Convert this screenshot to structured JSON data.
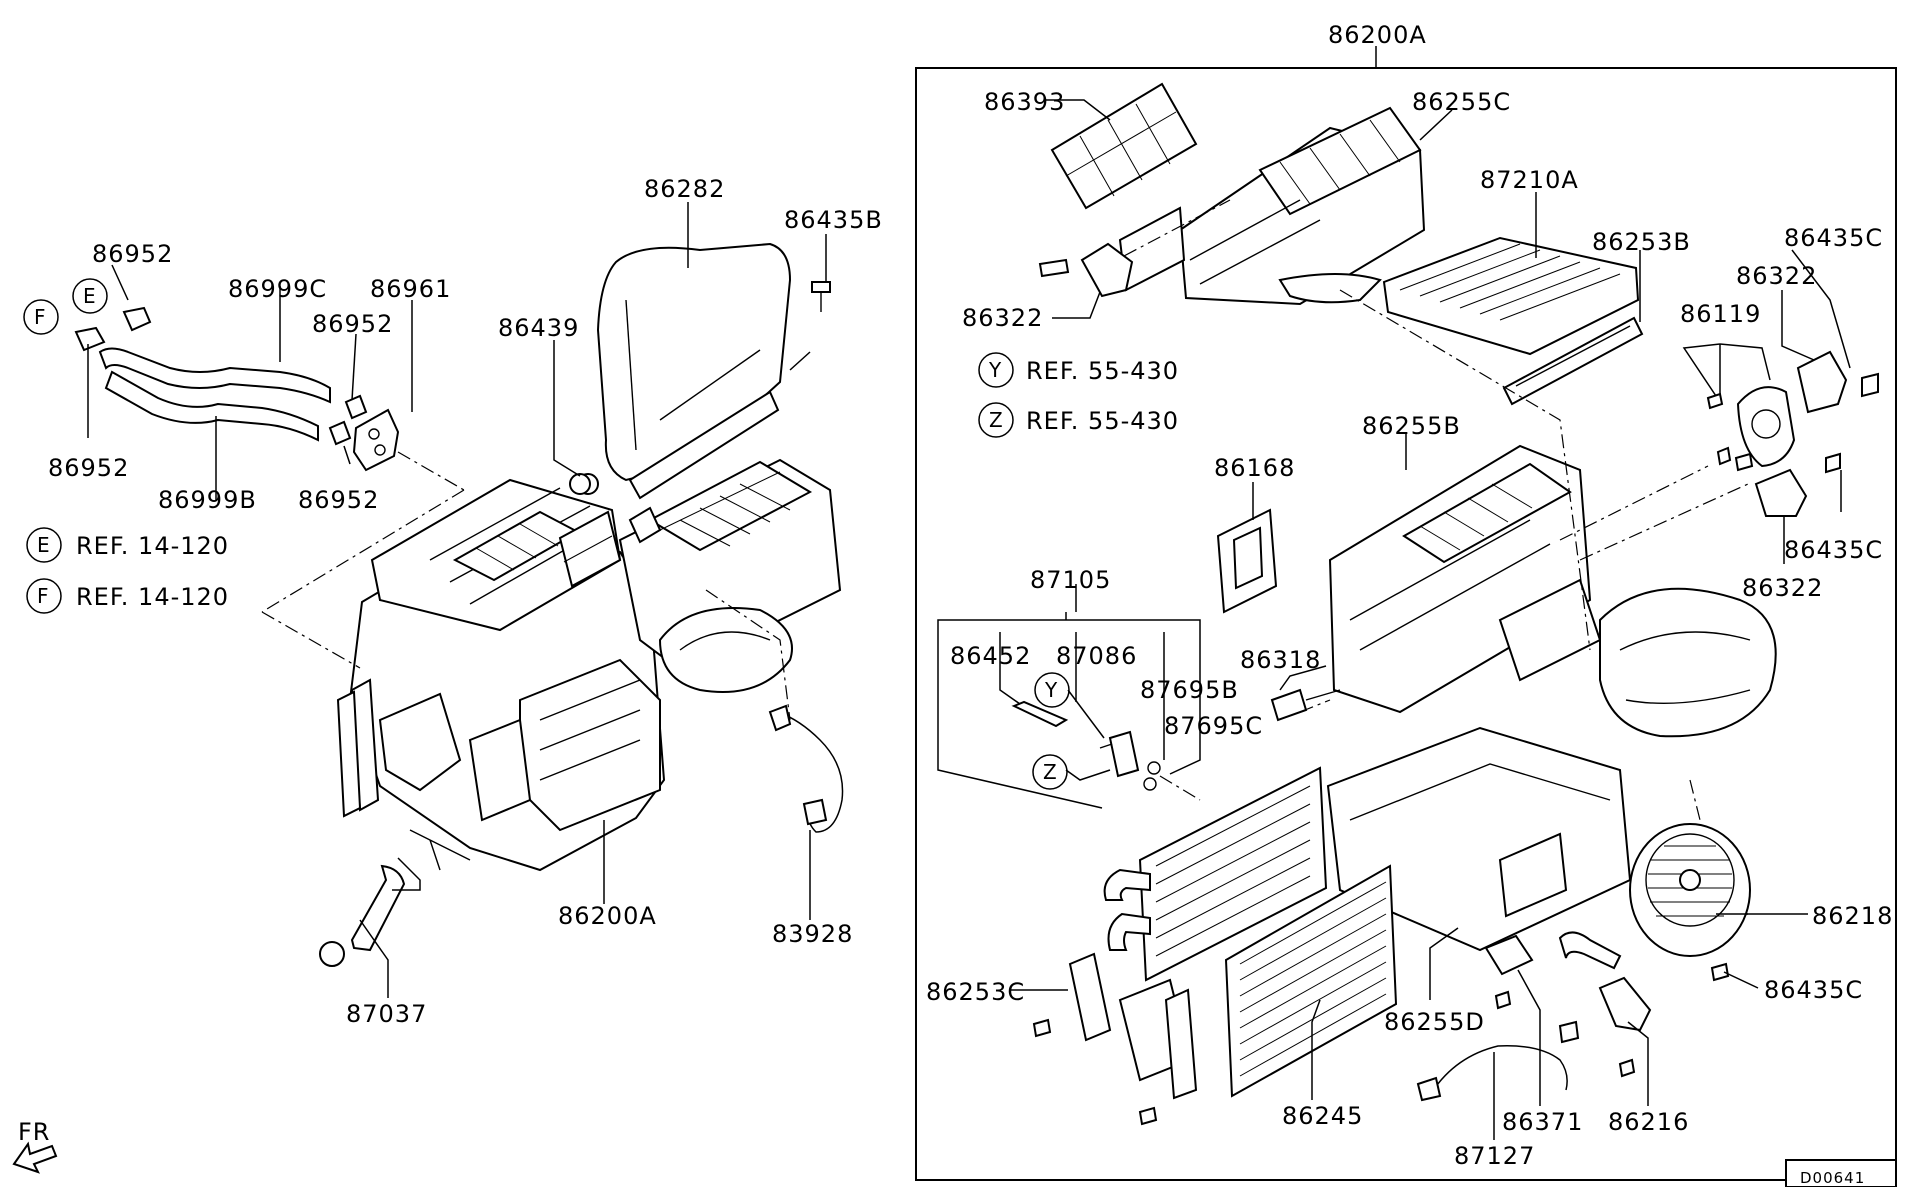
{
  "labels": {
    "l86952a": "86952",
    "l86999c": "86999C",
    "l86961": "86961",
    "l86952b": "86952",
    "l86952c": "86952",
    "l86999b": "86999B",
    "l86952d": "86952",
    "l86282": "86282",
    "l86435b": "86435B",
    "l86439": "86439",
    "l86200a_left": "86200A",
    "l83928": "83928",
    "l87037": "87037",
    "l86200a_box": "86200A",
    "l86393": "86393",
    "l86255c": "86255C",
    "l87210a": "87210A",
    "l86253b": "86253B",
    "l86322a": "86322",
    "l86435c_a": "86435C",
    "l86322b": "86322",
    "l86119": "86119",
    "l86435c_b": "86435C",
    "l86322c": "86322",
    "l86168": "86168",
    "l86255b": "86255B",
    "l87105": "87105",
    "l86452": "86452",
    "l87086": "87086",
    "l87695b": "87695B",
    "l87695c": "87695C",
    "l86318": "86318",
    "l86218": "86218",
    "l86435c_c": "86435C",
    "l86253c": "86253C",
    "l86255d": "86255D",
    "l86245": "86245",
    "l86371": "86371",
    "l86216": "86216",
    "l87127": "87127"
  },
  "callouts": {
    "e_top": "E",
    "f_top": "F",
    "e_ref": "E",
    "f_ref": "F",
    "y_ref": "Y",
    "z_ref": "Z",
    "y_part": "Y",
    "z_part": "Z"
  },
  "references": {
    "e_ref": "REF. 14-120",
    "f_ref": "REF. 14-120",
    "y_ref": "REF. 55-430",
    "z_ref": "REF. 55-430"
  },
  "orientation": "FR",
  "drawing_code": "D00641"
}
